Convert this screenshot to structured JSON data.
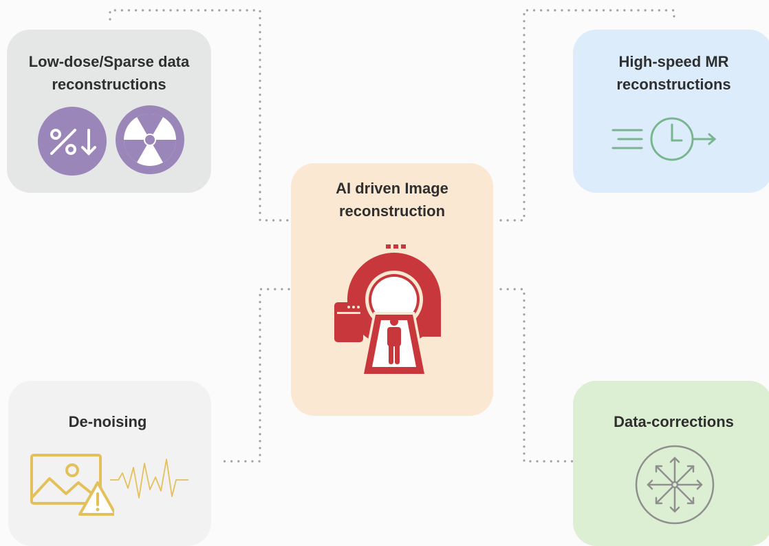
{
  "diagram": {
    "center": {
      "title_line1": "AI driven Image",
      "title_line2": "reconstruction",
      "icon": "mri-scanner-icon",
      "color": "#fbe8d3",
      "accent": "#c8373b"
    },
    "top_left": {
      "title_line1": "Low-dose/Sparse data",
      "title_line2": "reconstructions",
      "icons": [
        "percent-down-icon",
        "radiation-icon"
      ],
      "color": "#e5e7e6",
      "accent": "#9b86b9"
    },
    "top_right": {
      "title_line1": "High-speed MR",
      "title_line2": "reconstructions",
      "icon": "fast-clock-icon",
      "color": "#ddecfb",
      "accent": "#79b690"
    },
    "bottom_left": {
      "title": "De-noising",
      "icons": [
        "image-warning-icon",
        "noise-wave-icon"
      ],
      "color": "#f3f2f2",
      "accent": "#e3c05a"
    },
    "bottom_right": {
      "title": "Data-corrections",
      "icon": "expand-arrows-icon",
      "color": "#dcefd2",
      "accent": "#8f8f8f"
    }
  }
}
